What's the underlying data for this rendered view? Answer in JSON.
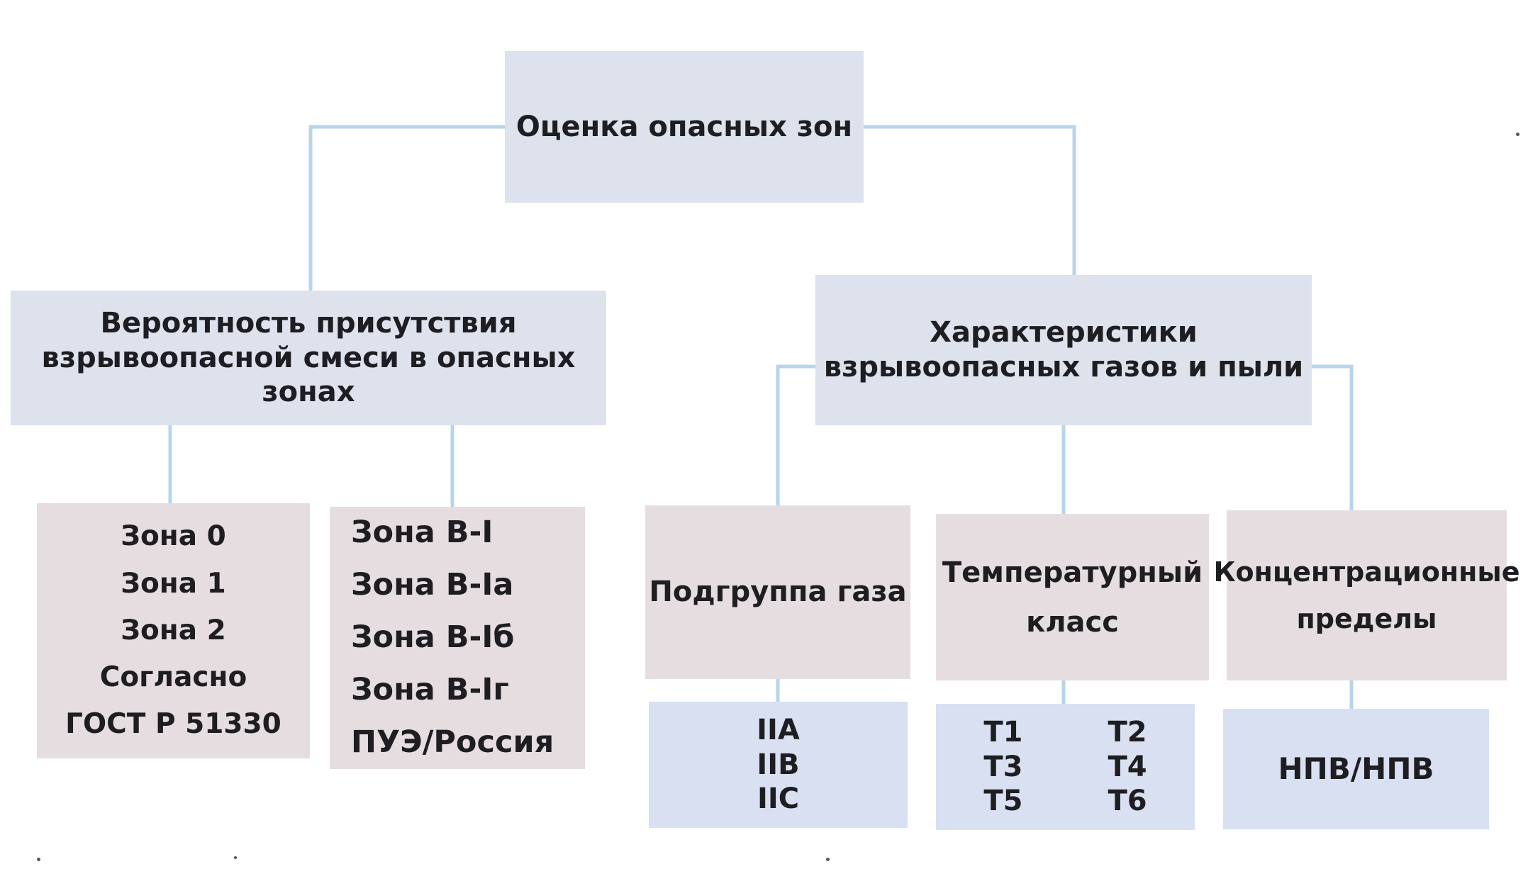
{
  "root": {
    "label": "Оценка опасных зон"
  },
  "probability": {
    "lines": [
      "Вероятность присутствия",
      "взрывоопасной смеси в опасных",
      "зонах"
    ]
  },
  "characteristics": {
    "lines": [
      "Характеристики",
      "взрывоопасных газов и пыли"
    ]
  },
  "zones_gost": {
    "lines": [
      "Зона 0",
      "Зона 1",
      "Зона 2",
      "Согласно",
      "ГОСТ Р 51330"
    ]
  },
  "zones_pue": {
    "lines": [
      "Зона В-I",
      "Зона В-Iа",
      "Зона В-Iб",
      "Зона В-Iг",
      "ПУЭ/Россия"
    ]
  },
  "gas_subgroup": {
    "label": "Подгруппа газа",
    "values": [
      "IIA",
      "IIB",
      "IIC"
    ]
  },
  "temperature_class": {
    "lines": [
      "Температурный",
      "класс"
    ],
    "values": [
      "T1",
      "T2",
      "T3",
      "T4",
      "T5",
      "T6"
    ]
  },
  "concentration_limits": {
    "lines": [
      "Концентрационные",
      "пределы"
    ],
    "value": "НПВ/НПВ"
  },
  "colors": {
    "connector": "#b8d4ea",
    "box_blue": "#dde2ec",
    "box_pink": "#e6dde1",
    "box_lightblue": "#d8e0f2"
  }
}
